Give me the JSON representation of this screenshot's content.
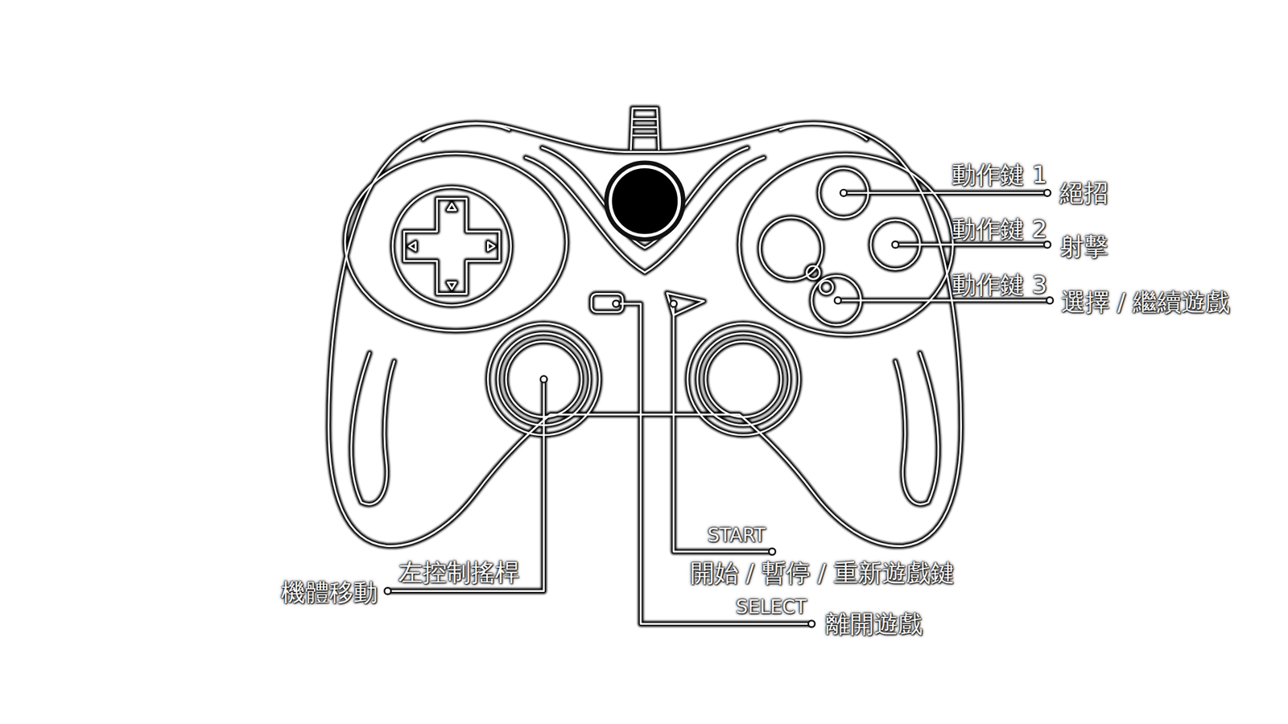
{
  "diagram": {
    "labels": [
      "動作鍵 1",
      "絕招",
      "動作鍵 2",
      "射擊",
      "動作鍵 3",
      "選擇 / 繼續遊戲",
      "START",
      "開始 / 暫停 / 重新遊戲鍵",
      "SELECT",
      "離開遊戲",
      "左控制搖桿",
      "機體移動"
    ]
  }
}
